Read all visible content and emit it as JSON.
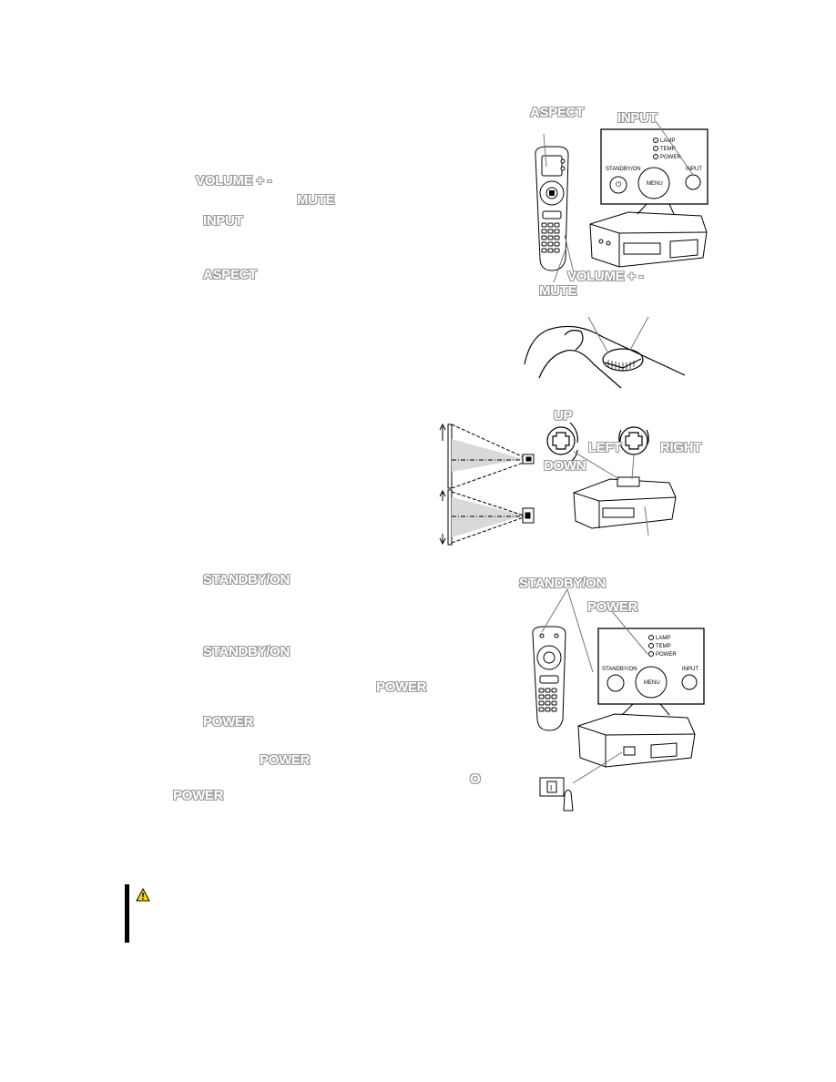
{
  "text": {
    "volume": "VOLUME + -",
    "mute": "MUTE",
    "input": "INPUT",
    "aspect": "ASPECT",
    "standby1": "STANDBY/ON",
    "standby2": "STANDBY/ON",
    "power_mid": "POWER",
    "power_a": "POWER",
    "power_b": "POWER",
    "off_o": "O",
    "power_c": "POWER"
  },
  "figure1": {
    "aspect_label": "ASPECT",
    "input_label": "INPUT",
    "volume_label": "VOLUME + -",
    "mute_label": "MUTE",
    "panel": {
      "lamp": "LAMP",
      "temp": "TEMP",
      "power": "POWER",
      "standby": "STANDBY/ON",
      "menu": "MENU",
      "input": "INPUT"
    }
  },
  "figure3": {
    "up": "UP",
    "down": "DOWN",
    "left": "LEFT",
    "right": "RIGHT"
  },
  "figure4": {
    "standby_label": "STANDBY/ON",
    "power_label": "POWER",
    "panel": {
      "lamp": "LAMP",
      "temp": "TEMP",
      "power": "POWER",
      "standby": "STANDBY/ON",
      "menu": "MENU",
      "input": "INPUT"
    }
  },
  "switch_mark": "I",
  "caution_icon": "warning-triangle-icon",
  "colors": {
    "label_outline": "#9a9a9a",
    "warning_fill": "#ffd800"
  }
}
